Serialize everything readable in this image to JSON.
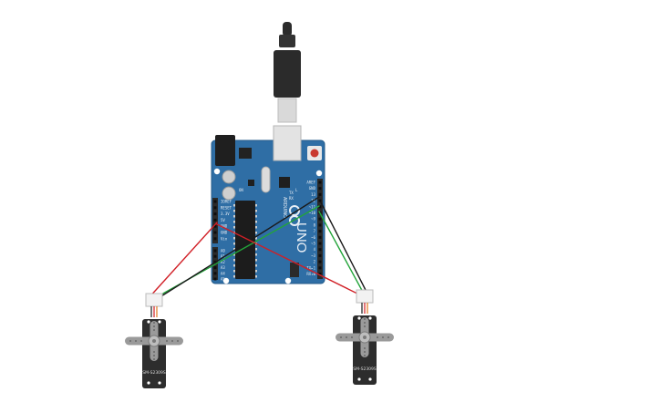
{
  "board": {
    "brand_text": "UNO",
    "maker_text": "ARDUINO",
    "tx_label": "TX",
    "rx_label": "RX",
    "l_label": "L",
    "on_label": "ON",
    "power_labels": [
      "IOREF",
      "RESET",
      "3.3V",
      "5V",
      "GND",
      "GND",
      "Vin"
    ],
    "analog_labels": [
      "A0",
      "A1",
      "A2",
      "A3",
      "A4",
      "A5"
    ],
    "digital_labels": [
      "AREF",
      "GND",
      "13",
      "12",
      "~11",
      "~10",
      "~9",
      "8",
      "7",
      "~6",
      "~5",
      "4",
      "~3",
      "2",
      "TX▸1",
      "RX◂0"
    ]
  },
  "servos": [
    {
      "model": "SM-S2309S"
    },
    {
      "model": "SM-S2309S"
    }
  ],
  "colors": {
    "board": "#2f6ea5",
    "board_edge": "#245a88",
    "header": "#2a2a2a",
    "usb_plug": "#2b2b2b",
    "usb_metal": "#d9d9d9",
    "wire_power": "#d11f26",
    "wire_signal": "#23a43a",
    "wire_ground": "#1a1a1a",
    "servo_body": "#2d2d2d",
    "servo_horn": "#9a9a9a",
    "connector": "#f2f2f2"
  }
}
